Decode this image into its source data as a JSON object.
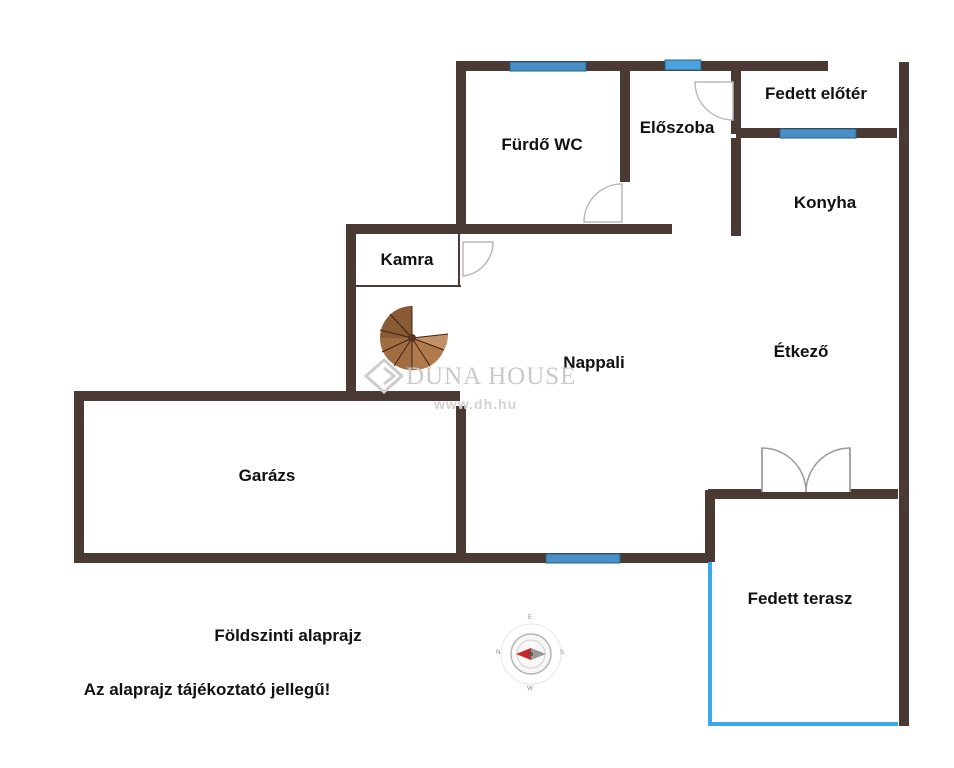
{
  "rooms": {
    "furdo_wc": "Fürdő WC",
    "eloszoba": "Előszoba",
    "fedett_eloter": "Fedett előtér",
    "konyha": "Konyha",
    "kamra": "Kamra",
    "nappali": "Nappali",
    "etkezo": "Étkező",
    "garazs": "Garázs",
    "fedett_terasz": "Fedett terasz"
  },
  "captions": {
    "floor_title": "Földszinti alaprajz",
    "disclaimer": "Az alaprajz tájékoztató jellegű!"
  },
  "watermark": {
    "brand": "DUNA HOUSE",
    "url": "www.dh.hu"
  },
  "compass": {
    "n": "N",
    "s": "S",
    "e": "E",
    "w": "W"
  },
  "colors": {
    "wall": "#4a3a33",
    "window": "#4a90c8",
    "terrace_line": "#3aa9e8",
    "door": "#bdbdbd",
    "stair": "#8a5a34"
  }
}
